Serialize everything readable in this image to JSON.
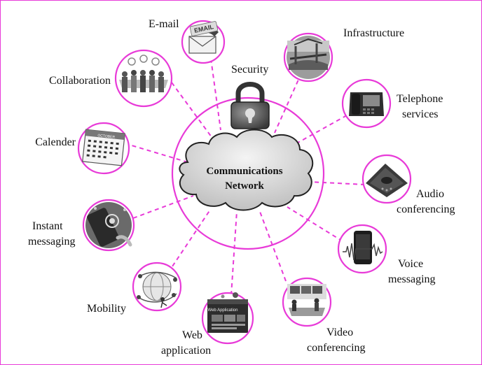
{
  "diagram": {
    "center_label_line1": "Communications",
    "center_label_line2": "Network",
    "accent_color": "#e83ad8",
    "nodes": {
      "email": {
        "label": "E-mail",
        "icon": "email-envelope-icon",
        "icon_text": "EMAIL"
      },
      "infrastructure": {
        "label": "Infrastructure",
        "icon": "bridge-construction-icon"
      },
      "security": {
        "label": "Security",
        "icon": "padlock-icon"
      },
      "collaboration": {
        "label": "Collaboration",
        "icon": "team-meeting-icon"
      },
      "telephone": {
        "label_line1": "Telephone",
        "label_line2": "services",
        "icon": "desk-phone-icon"
      },
      "calender": {
        "label": "Calender",
        "icon": "calendar-icon",
        "icon_text": "OCTOBER"
      },
      "audio": {
        "label_line1": "Audio",
        "label_line2": "conferencing",
        "icon": "conference-speakerphone-icon"
      },
      "instant": {
        "label_line1": "Instant",
        "label_line2": "messaging",
        "icon": "smartphone-touch-icon"
      },
      "voice": {
        "label_line1": "Voice",
        "label_line2": "messaging",
        "icon": "voice-waveform-phone-icon"
      },
      "mobility": {
        "label": "Mobility",
        "icon": "globe-network-icon"
      },
      "video": {
        "label_line1": "Video",
        "label_line2": "conferencing",
        "icon": "video-meeting-icon"
      },
      "web": {
        "label_line1": "Web",
        "label_line2": "application",
        "icon": "web-application-icon",
        "icon_text": "Web Application"
      }
    }
  }
}
